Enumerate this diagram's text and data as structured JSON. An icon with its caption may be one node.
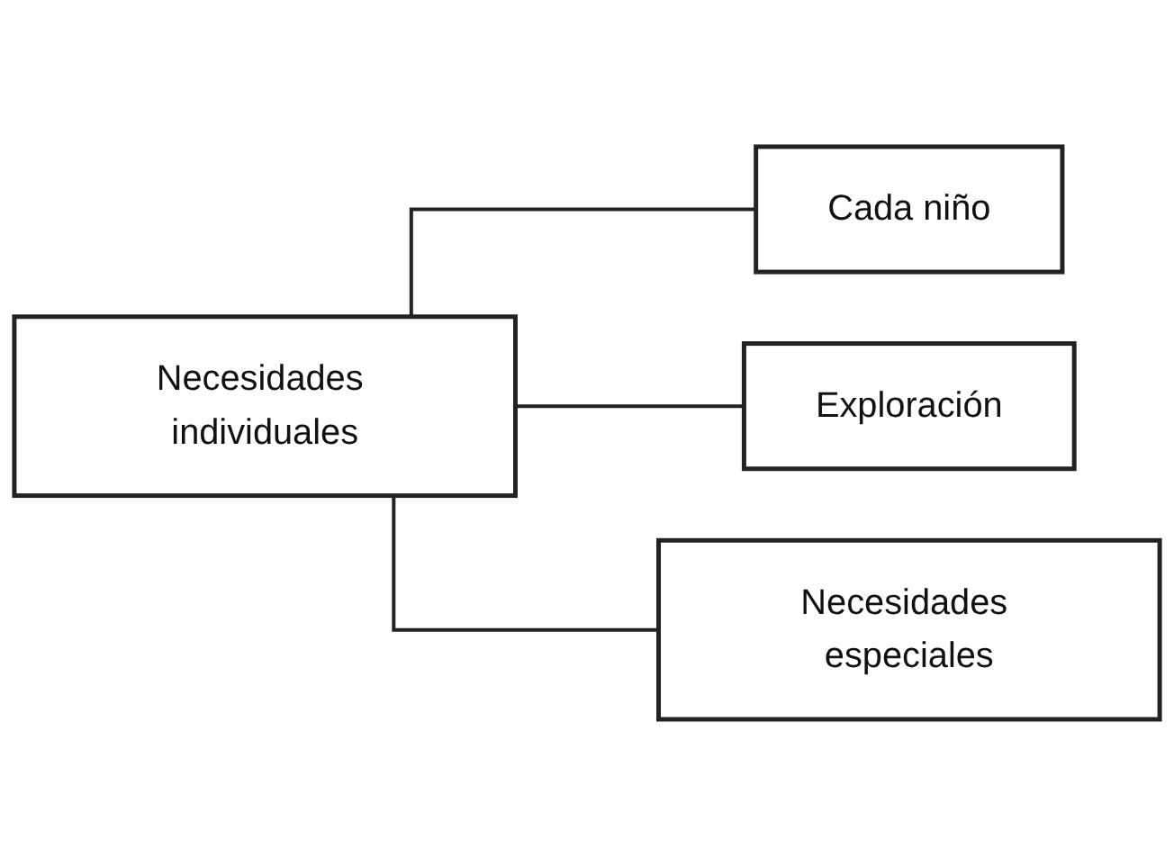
{
  "diagram": {
    "nodes": [
      {
        "text": [
          "Necesidades individuales"
        ]
      },
      {
        "text": [
          "Cada niño"
        ]
      },
      {
        "text": [
          "Exploración"
        ]
      },
      {
        "text": [
          "Necesidades especiales"
        ]
      }
    ],
    "edges": [
      {
        "from": 0,
        "to": 1,
        "arrow": "none"
      },
      {
        "from": 0,
        "to": 2,
        "arrow": "none"
      },
      {
        "from": 0,
        "to": 3,
        "arrow": "none"
      }
    ]
  }
}
